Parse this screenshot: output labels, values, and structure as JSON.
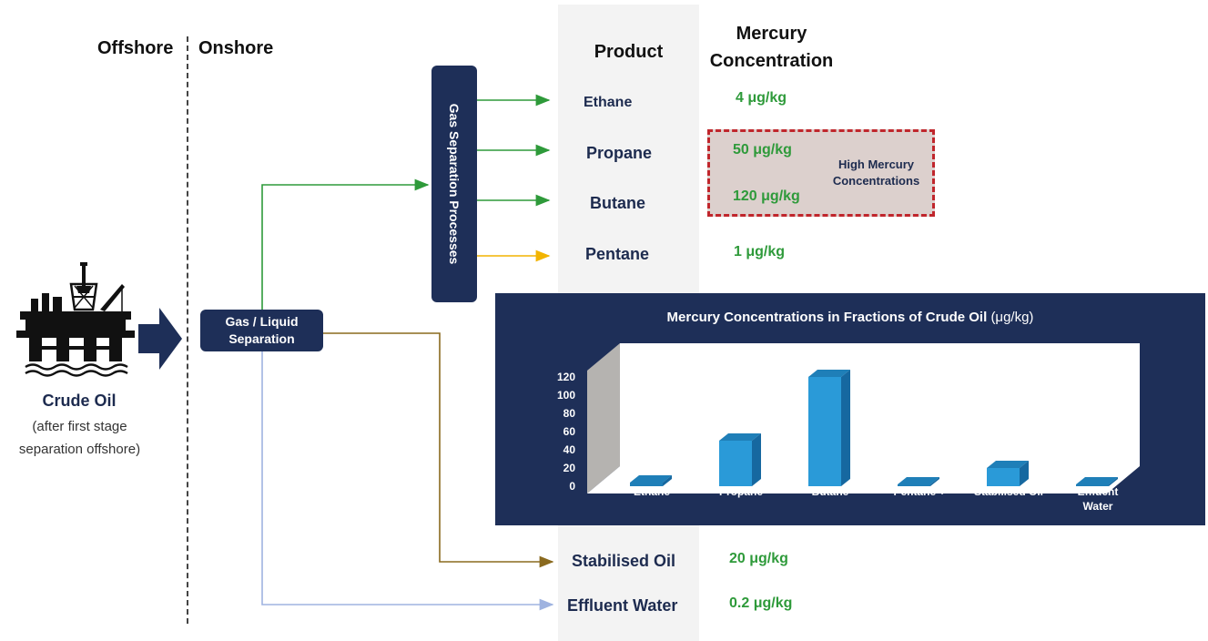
{
  "header": {
    "offshore": "Offshore",
    "onshore": "Onshore"
  },
  "columns": {
    "product": "Product",
    "concentration_line1": "Mercury",
    "concentration_line2": "Concentration"
  },
  "source": {
    "title": "Crude Oil",
    "subtitle_line1": "(after first stage",
    "subtitle_line2": "separation offshore)"
  },
  "boxes": {
    "gas_separation": "Gas Separation Processes",
    "separation_line1": "Gas / Liquid",
    "separation_line2": "Separation"
  },
  "products": [
    {
      "name": "Ethane",
      "concentration": "4 μg/kg"
    },
    {
      "name": "Propane",
      "concentration": "50 μg/kg"
    },
    {
      "name": "Butane",
      "concentration": "120 μg/kg"
    },
    {
      "name": "Pentane",
      "concentration": "1 μg/kg"
    },
    {
      "name": "Stabilised Oil",
      "concentration": "20 μg/kg"
    },
    {
      "name": "Effluent Water",
      "concentration": "0.2 μg/kg"
    }
  ],
  "highlight": {
    "line1": "High Mercury",
    "line2": "Concentrations"
  },
  "colors": {
    "navy": "#1e2f58",
    "green_arrow": "#2e9a3a",
    "yellow_arrow": "#f2b400",
    "brown_arrow": "#8a6a1f",
    "blue_arrow": "#9fb3e0",
    "bar": "#2a9ad8",
    "highlight_border": "#c0262c"
  },
  "chart_data": {
    "type": "bar",
    "title": "Mercury Concentrations in Fractions of Crude Oil",
    "title_unit": "(μg/kg)",
    "categories": [
      "Ethane",
      "Propane",
      "Butane",
      "Pentane +",
      "Stabilised Oil",
      "Effluent Water"
    ],
    "values": [
      4,
      50,
      120,
      1,
      20,
      0.2
    ],
    "yticks": [
      0,
      20,
      40,
      60,
      80,
      100,
      120
    ],
    "ylim": [
      0,
      120
    ],
    "grid": false,
    "three_d": true
  }
}
